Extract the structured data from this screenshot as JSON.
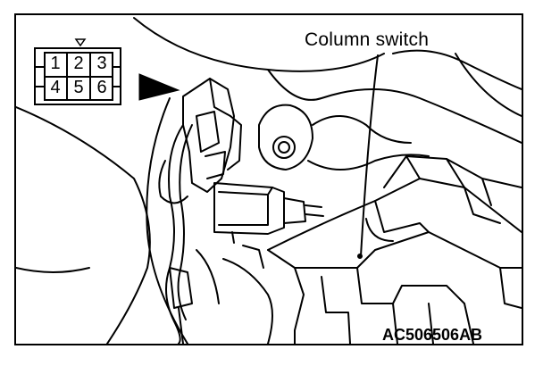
{
  "callout": {
    "label": "Column switch"
  },
  "figure_id": "AC506506AB",
  "connector": {
    "pins_top": [
      "1",
      "2",
      "3"
    ],
    "pins_bottom": [
      "4",
      "5",
      "6"
    ],
    "marker_icon": "triangle-down-icon",
    "pointer_icon": "arrow-right-icon"
  },
  "colors": {
    "line": "#000000",
    "background": "#ffffff"
  }
}
